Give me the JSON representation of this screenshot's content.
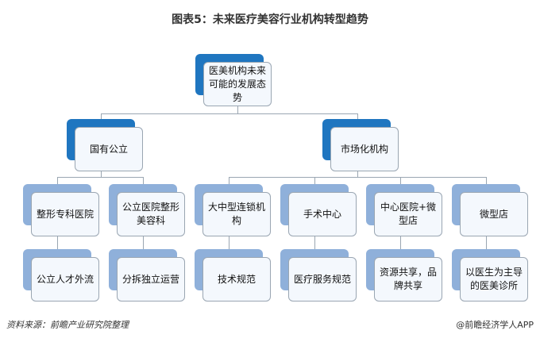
{
  "title": "图表5：未来医疗美容行业机构转型趋势",
  "root": "医美机构未来可能的发展态势",
  "level1": [
    "国有公立",
    "市场化机构"
  ],
  "level2": [
    "整形专科医院",
    "公立医院整形美容科",
    "大中型连锁机构",
    "手术中心",
    "中心医院+微型店",
    "微型店"
  ],
  "level3": [
    "公立人才外流",
    "分拆独立运营",
    "技术规范",
    "医疗服务规范",
    "资源共享，品牌共享",
    "以医生为主导的医美诊所"
  ],
  "source": "资料来源：前瞻产业研究院整理",
  "credit": "@前瞻经济学人APP",
  "colors": {
    "dark": "#1f76c0",
    "light": "#8fb0da"
  }
}
